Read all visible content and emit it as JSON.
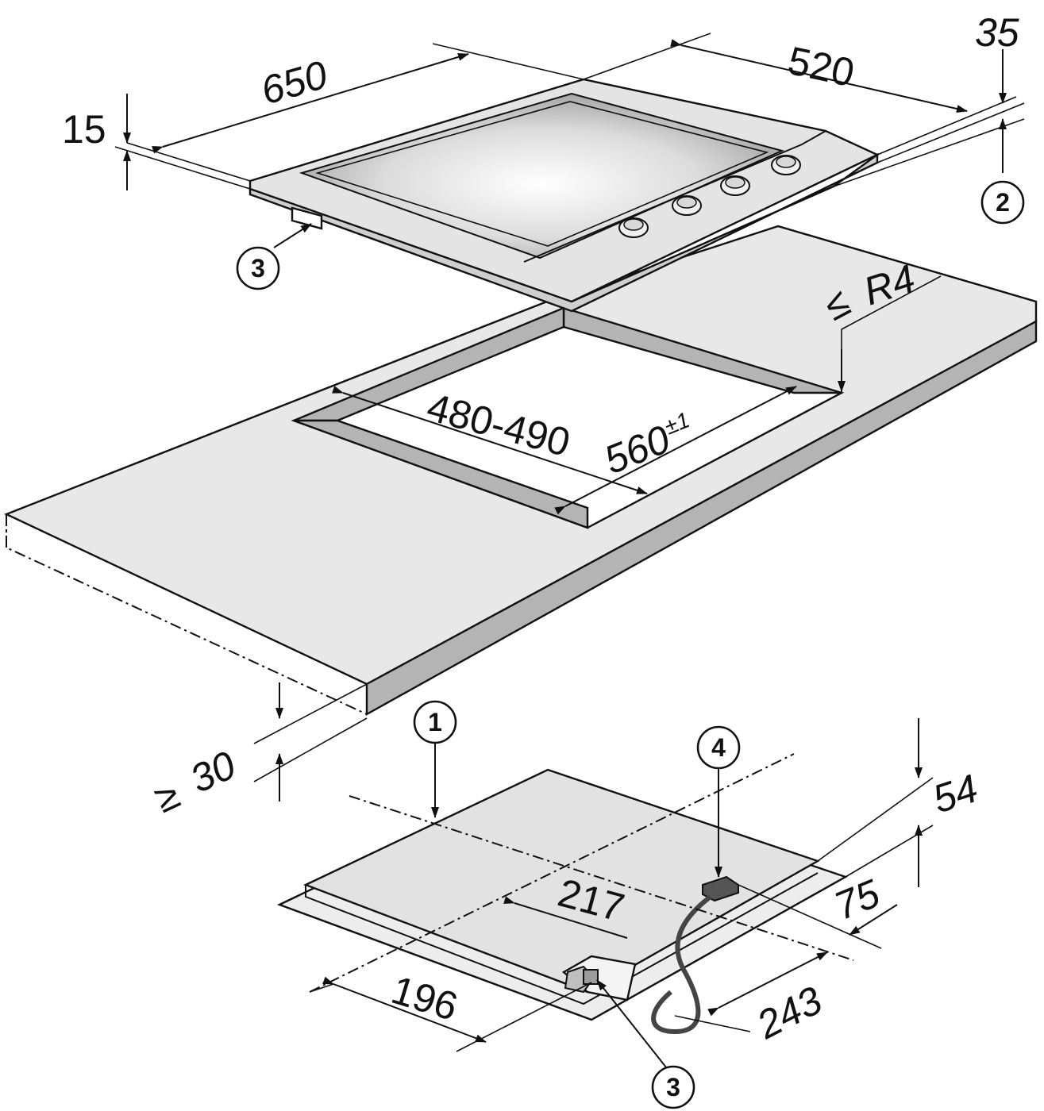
{
  "dimensions": {
    "width_650": "650",
    "depth_520": "520",
    "top_35": "35",
    "height_15": "15",
    "radius": "R4",
    "radius_prefix": "≤",
    "cutout_480_490": "480-490",
    "cutout_560": "560",
    "cutout_560_tol": "±1",
    "worktop_min": "30",
    "worktop_prefix": "≥",
    "depth_54": "54",
    "offset_217": "217",
    "offset_75": "75",
    "offset_196": "196",
    "offset_243": "243"
  },
  "callouts": {
    "c1": "1",
    "c2": "2",
    "c3_top": "3",
    "c3_bottom": "3",
    "c4": "4"
  }
}
